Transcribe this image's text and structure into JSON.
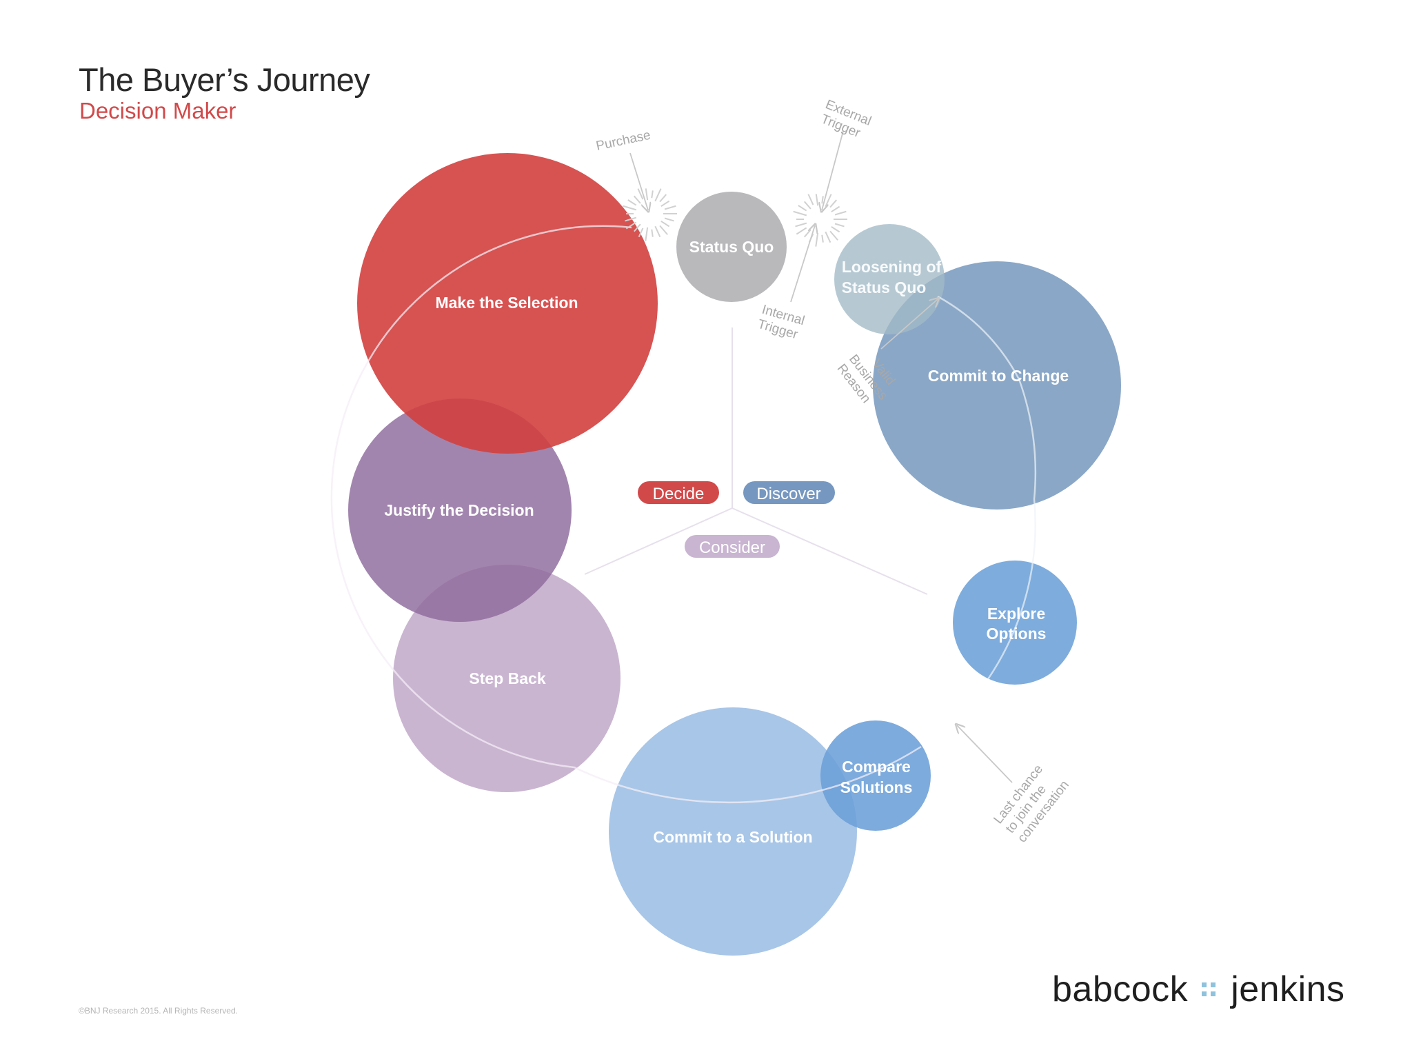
{
  "header": {
    "title": "The Buyer’s Journey",
    "subtitle": "Decision Maker"
  },
  "stages": {
    "make_selection": "Make the Selection",
    "status_quo": "Status Quo",
    "loosening_1": "Loosening of",
    "loosening_2": "Status Quo",
    "commit_change": "Commit to Change",
    "justify": "Justify the Decision",
    "step_back": "Step Back",
    "explore_1": "Explore",
    "explore_2": "Options",
    "compare_1": "Compare",
    "compare_2": "Solutions",
    "commit_solution": "Commit to a Solution"
  },
  "phases": {
    "decide": "Decide",
    "discover": "Discover",
    "consider": "Consider"
  },
  "annotations": {
    "purchase": "Purchase",
    "external_1": "External",
    "external_2": "Trigger",
    "internal_1": "Internal",
    "internal_2": "Trigger",
    "valid_1": "Valid",
    "valid_2": "Business",
    "valid_3": "Reason",
    "last_1": "Last chance",
    "last_2": "to join the",
    "last_3": "conversation"
  },
  "footer": {
    "copyright": "©BNJ Research 2015. All Rights Reserved.",
    "brand_left": "babcock",
    "brand_right": "jenkins"
  },
  "colors": {
    "decide": "#d2494a",
    "discover": "#7494bd",
    "consider": "#c7b1cf",
    "status_quo": "#b8b8ba",
    "justify": "#9a78a6",
    "commit_solution": "#a9c8e8",
    "explore": "#7fadde",
    "compare": "#6a9fd8",
    "brand_dots": "#8fc2dd"
  }
}
